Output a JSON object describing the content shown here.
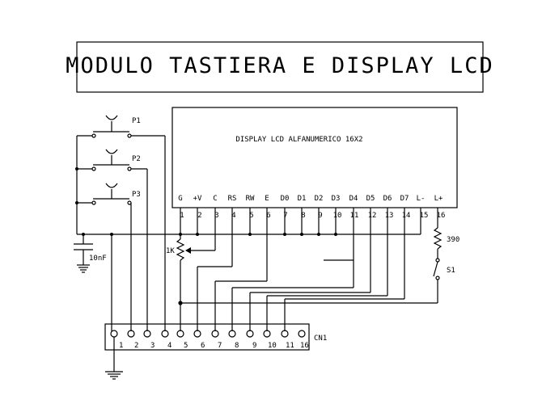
{
  "title": "MODULO TASTIERA E DISPLAY LCD",
  "display_label": "DISPLAY LCD ALFANUMERICO 16X2",
  "lcd_pin_names": [
    "G",
    "+V",
    "C",
    "RS",
    "RW",
    "E",
    "D0",
    "D1",
    "D2",
    "D3",
    "D4",
    "D5",
    "D6",
    "D7",
    "L-",
    "L+"
  ],
  "lcd_pin_numbers": [
    "1",
    "2",
    "3",
    "4",
    "5",
    "6",
    "7",
    "8",
    "9",
    "10",
    "11",
    "12",
    "13",
    "14",
    "15",
    "16"
  ],
  "buttons": [
    "P1",
    "P2",
    "P3"
  ],
  "components": {
    "trimmer": "1K",
    "capacitor": "10nF",
    "resistor": "390",
    "switch": "S1"
  },
  "connector": {
    "name": "CN1",
    "pin_numbers": [
      "1",
      "2",
      "3",
      "4",
      "5",
      "6",
      "7",
      "8",
      "9",
      "10",
      "11",
      "16"
    ]
  }
}
